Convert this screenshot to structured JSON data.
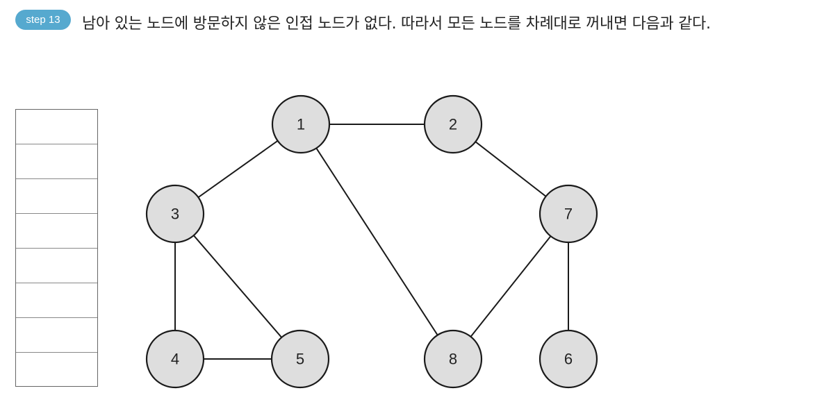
{
  "step_badge": "step 13",
  "description": "남아 있는 노드에 방문하지 않은 인접 노드가 없다. 따라서 모든 노드를 차례대로 꺼내면 다음과 같다.",
  "stack": {
    "cells": [
      "",
      "",
      "",
      "",
      "",
      "",
      "",
      ""
    ]
  },
  "graph": {
    "nodes": [
      {
        "id": "1",
        "label": "1"
      },
      {
        "id": "2",
        "label": "2"
      },
      {
        "id": "3",
        "label": "3"
      },
      {
        "id": "7",
        "label": "7"
      },
      {
        "id": "4",
        "label": "4"
      },
      {
        "id": "5",
        "label": "5"
      },
      {
        "id": "8",
        "label": "8"
      },
      {
        "id": "6",
        "label": "6"
      }
    ],
    "edges": [
      [
        "1",
        "2"
      ],
      [
        "1",
        "3"
      ],
      [
        "1",
        "8"
      ],
      [
        "2",
        "7"
      ],
      [
        "3",
        "4"
      ],
      [
        "3",
        "5"
      ],
      [
        "4",
        "5"
      ],
      [
        "7",
        "8"
      ],
      [
        "7",
        "6"
      ]
    ],
    "node_fill": "#dedede",
    "edge_color": "#1a1a1a",
    "badge_color": "#56a9cf"
  }
}
